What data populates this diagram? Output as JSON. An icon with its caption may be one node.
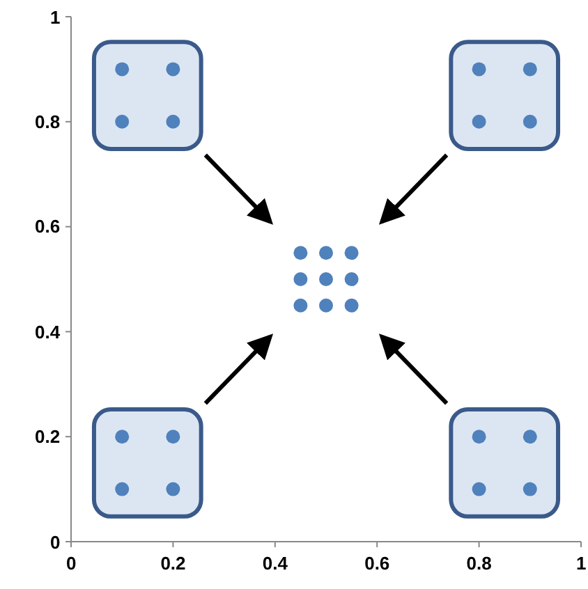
{
  "diagram": {
    "nodes": [
      {
        "text": [],
        "shape": "box"
      },
      {
        "text": [],
        "shape": "box"
      },
      {
        "text": [],
        "shape": "dots"
      },
      {
        "text": [],
        "shape": "box"
      },
      {
        "text": [],
        "shape": "box"
      }
    ],
    "edges": [
      {
        "from": 0,
        "to": 2,
        "arrow": "to"
      },
      {
        "from": 1,
        "to": 2,
        "arrow": "to"
      },
      {
        "from": 3,
        "to": 2,
        "arrow": "to"
      },
      {
        "from": 4,
        "to": 2,
        "arrow": "to"
      }
    ],
    "chart_data": {
      "type": "scatter",
      "xlim": [
        0,
        1
      ],
      "ylim": [
        0,
        1
      ],
      "xticks": [
        0,
        0.2,
        0.4,
        0.6,
        0.8,
        1
      ],
      "yticks": [
        0,
        0.2,
        0.4,
        0.6,
        0.8,
        1
      ],
      "x": [
        0.1,
        0.2,
        0.1,
        0.2,
        0.8,
        0.9,
        0.8,
        0.9,
        0.45,
        0.5,
        0.55,
        0.45,
        0.5,
        0.55,
        0.45,
        0.5,
        0.55,
        0.1,
        0.2,
        0.1,
        0.2,
        0.8,
        0.9,
        0.8,
        0.9
      ],
      "series": [
        {
          "color": "#4f81bd",
          "values": [
            0.9,
            0.9,
            0.8,
            0.8,
            0.9,
            0.9,
            0.8,
            0.8,
            0.55,
            0.55,
            0.55,
            0.5,
            0.5,
            0.5,
            0.45,
            0.45,
            0.45,
            0.2,
            0.2,
            0.1,
            0.1,
            0.2,
            0.2,
            0.1,
            0.1
          ]
        }
      ]
    }
  }
}
